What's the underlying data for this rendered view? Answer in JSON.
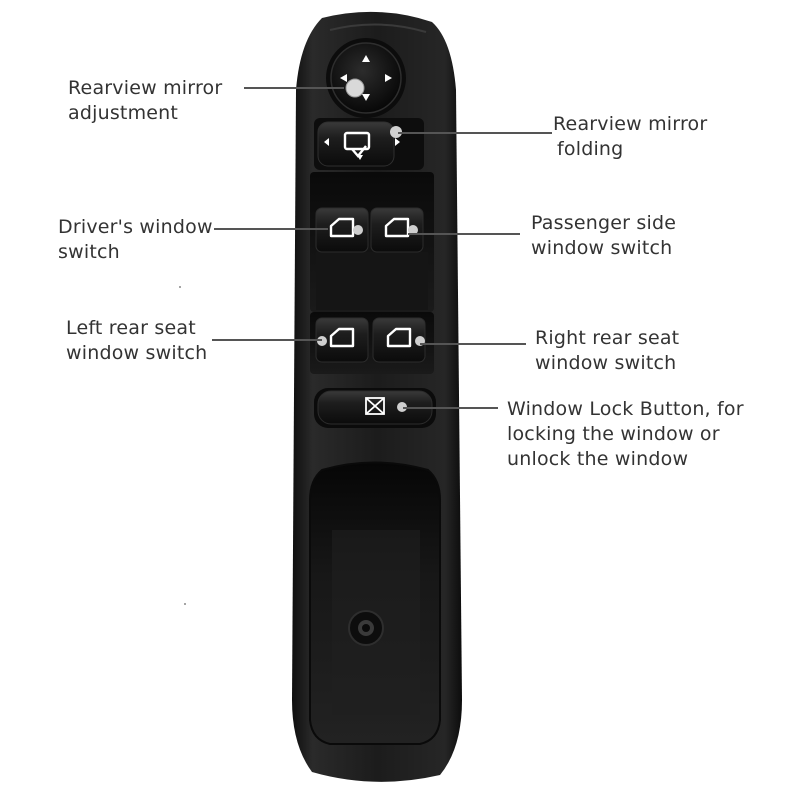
{
  "colors": {
    "text": "#333333",
    "leader_line": "#555555",
    "panel": "#1b1b1b",
    "switch": "#141414",
    "symbol": "#ffffff"
  },
  "labels": [
    {
      "id": "mirror-adjustment",
      "lines": [
        "Rearview mirror",
        "adjustment"
      ]
    },
    {
      "id": "mirror-folding",
      "lines": [
        "Rearview mirror",
        "folding"
      ]
    },
    {
      "id": "driver-window",
      "lines": [
        "Driver's window",
        "switch"
      ]
    },
    {
      "id": "passenger-window",
      "lines": [
        "Passenger side",
        "window switch"
      ]
    },
    {
      "id": "left-rear-window",
      "lines": [
        "Left rear seat",
        "window switch"
      ]
    },
    {
      "id": "right-rear-window",
      "lines": [
        "Right rear seat",
        "window switch"
      ]
    },
    {
      "id": "window-lock",
      "lines": [
        "Window Lock Button, for",
        "locking the window or",
        "unlock the window"
      ]
    }
  ]
}
